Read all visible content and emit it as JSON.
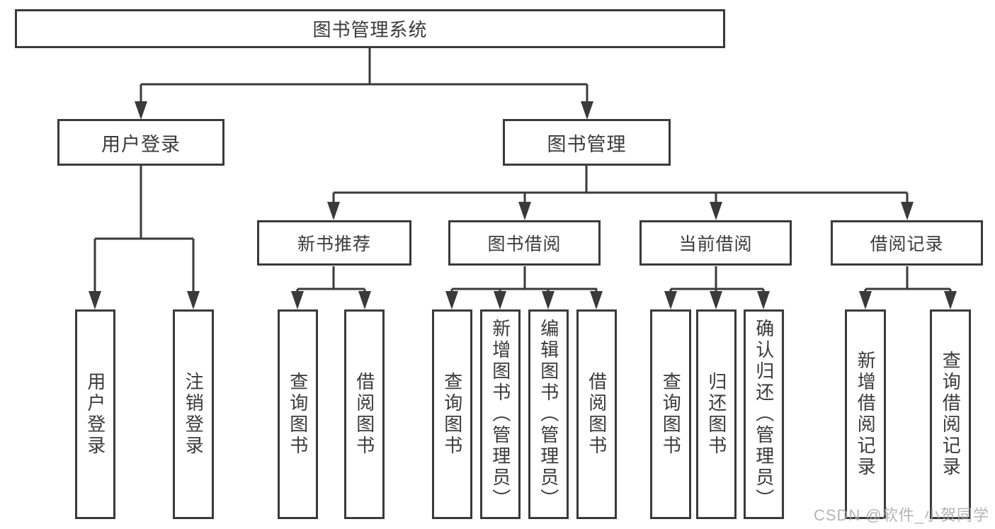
{
  "colors": {
    "line": "#3a3a3a",
    "text": "#3a3a3a",
    "bg": "#ffffff",
    "watermark": "#a8a8a8"
  },
  "watermark": "CSDN @软件_小贺同学",
  "tree": {
    "root": {
      "label": "图书管理系统",
      "children": [
        {
          "label": "用户登录",
          "children": [
            {
              "label": "用户登录"
            },
            {
              "label": "注销登录"
            }
          ]
        },
        {
          "label": "图书管理",
          "children": [
            {
              "label": "新书推荐",
              "children": [
                {
                  "label": "查询图书"
                },
                {
                  "label": "借阅图书"
                }
              ]
            },
            {
              "label": "图书借阅",
              "children": [
                {
                  "label": "查询图书"
                },
                {
                  "label": "新增图书（管理员）"
                },
                {
                  "label": "编辑图书（管理员）"
                },
                {
                  "label": "借阅图书"
                }
              ]
            },
            {
              "label": "当前借阅",
              "children": [
                {
                  "label": "查询图书"
                },
                {
                  "label": "归还图书"
                },
                {
                  "label": "确认归还（管理员）"
                }
              ]
            },
            {
              "label": "借阅记录",
              "children": [
                {
                  "label": "新增借阅记录"
                },
                {
                  "label": "查询借阅记录"
                }
              ]
            }
          ]
        }
      ]
    }
  }
}
